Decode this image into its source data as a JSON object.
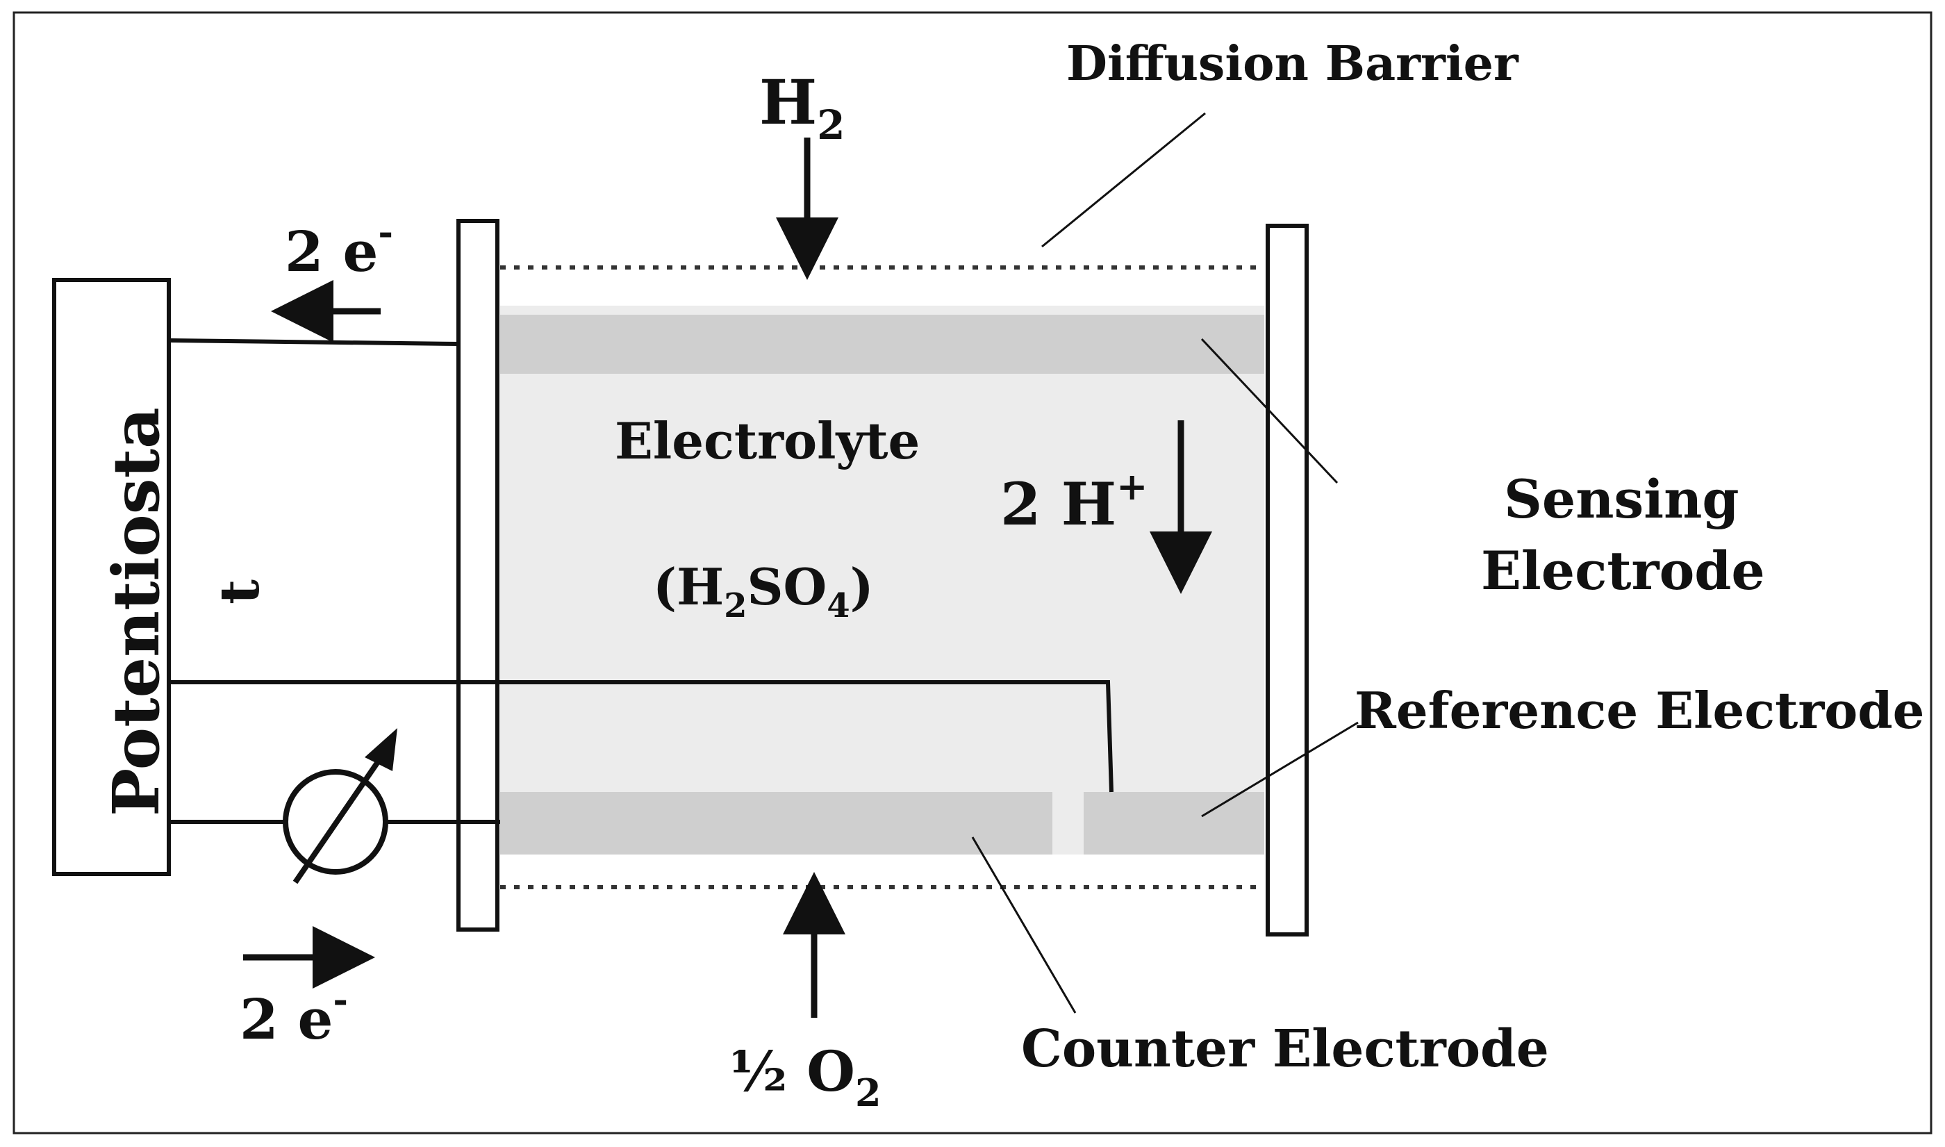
{
  "labels": {
    "diffusion_barrier": "Diffusion Barrier",
    "h2": {
      "main": "H",
      "sub": "2"
    },
    "electrons_top": {
      "main": "2 e",
      "sup": "-"
    },
    "electrons_bottom": {
      "main": "2 e",
      "sup": "-"
    },
    "potentiostat_part1": "Potentiosta",
    "potentiostat_part2": "t",
    "electrolyte": "Electrolyte",
    "electrolyte_formula": {
      "open": "(H",
      "sub1": "2",
      "mid": "SO",
      "sub2": "4",
      "close": ")"
    },
    "protons": {
      "main": "2 H",
      "sup": "+"
    },
    "sensing_electrode_line1": "Sensing",
    "sensing_electrode_line2": "Electrode",
    "reference_electrode": "Reference Electrode",
    "counter_electrode": "Counter Electrode",
    "oxygen": {
      "prefix": "½ O",
      "sub": "2"
    }
  },
  "colors": {
    "frame": "#222222",
    "line": "#111111",
    "electrolyte_fill": "#ececec",
    "electrode_fill": "#cfcfcf",
    "background": "#ffffff"
  }
}
